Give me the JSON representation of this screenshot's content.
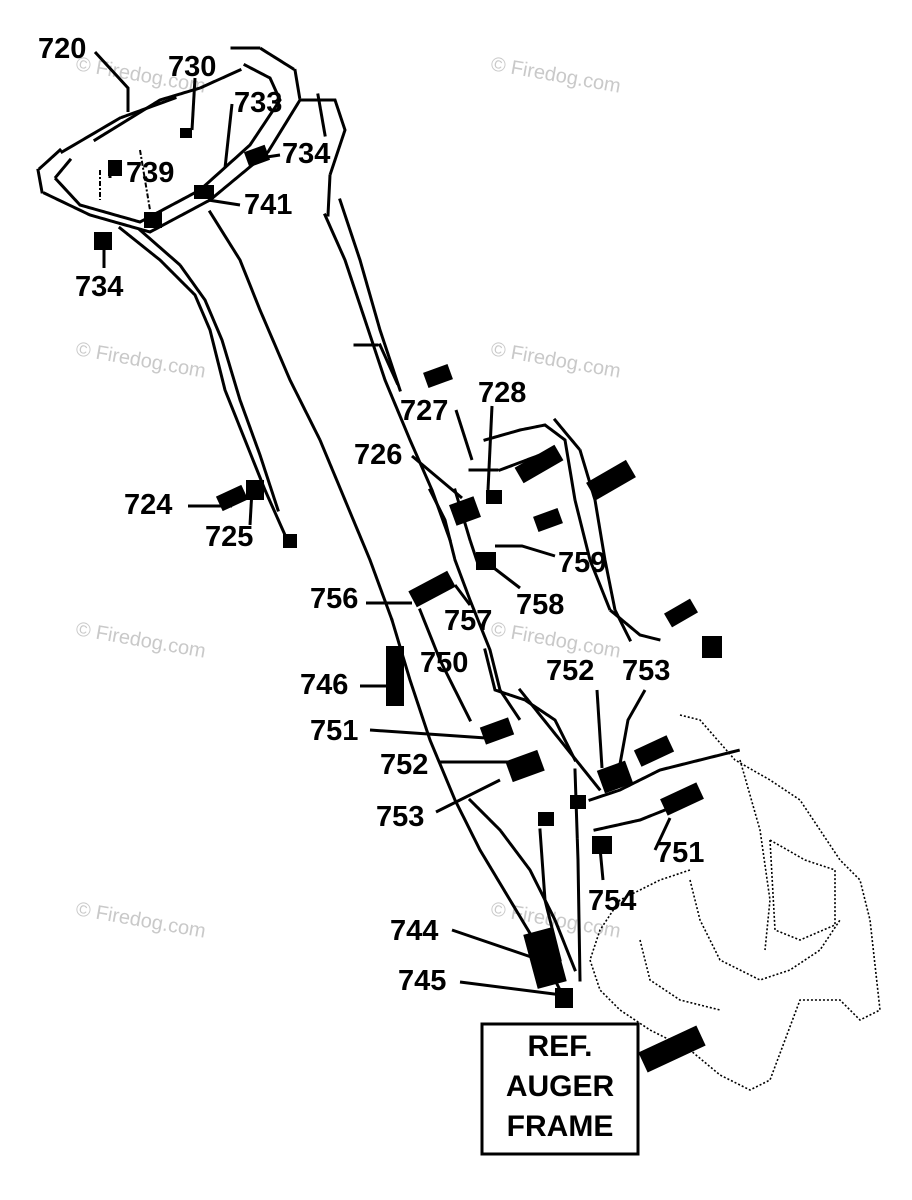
{
  "watermark": "© Firedog.com",
  "reference_box": {
    "lines": [
      "REF.",
      "AUGER",
      "FRAME"
    ]
  },
  "callouts": {
    "c720": "720",
    "c730": "730",
    "c733": "733",
    "c734a": "734",
    "c739": "739",
    "c741": "741",
    "c734b": "734",
    "c724": "724",
    "c725": "725",
    "c727": "727",
    "c728": "728",
    "c726": "726",
    "c759": "759",
    "c756": "756",
    "c757": "757",
    "c758": "758",
    "c750": "750",
    "c752a": "752",
    "c753a": "753",
    "c746": "746",
    "c751a": "751",
    "c752b": "752",
    "c753b": "753",
    "c751b": "751",
    "c754": "754",
    "c744": "744",
    "c745": "745"
  }
}
